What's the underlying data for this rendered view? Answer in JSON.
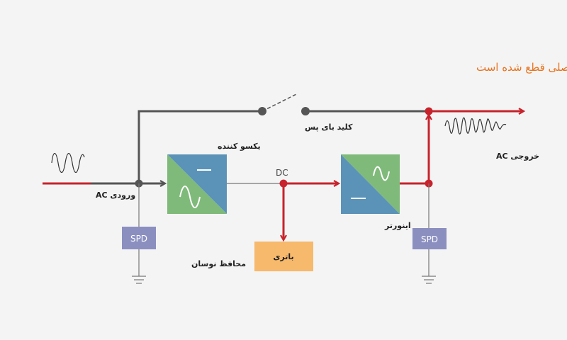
{
  "title": "طراحی داخلی یو پی اس لاین اینترکتیو هنگامی که برق اصلی قطع شده است",
  "labels": {
    "ac_input": "ورودی AC",
    "ac_output": "خروجی AC",
    "bypass_switch": "کلید بای پس",
    "rectifier": "یکسو کننده",
    "inverter": "اینورتر",
    "battery": "باتری",
    "surge_protector": "محافظ نوسان",
    "dc": "DC",
    "spd_left": "SPD",
    "spd_right": "SPD"
  },
  "colors": {
    "title": "#e8731f",
    "active_line": "#c8232c",
    "inactive_line": "#555555",
    "block_green": "#7fba7a",
    "block_blue": "#5b93b8",
    "spd": "#8b8fc0",
    "battery": "#f7b96b"
  },
  "icons": {
    "sine_wave": "sine-wave-icon",
    "distorted_wave": "distorted-wave-icon",
    "ground": "ground-icon",
    "arrow": "arrow-icon"
  }
}
